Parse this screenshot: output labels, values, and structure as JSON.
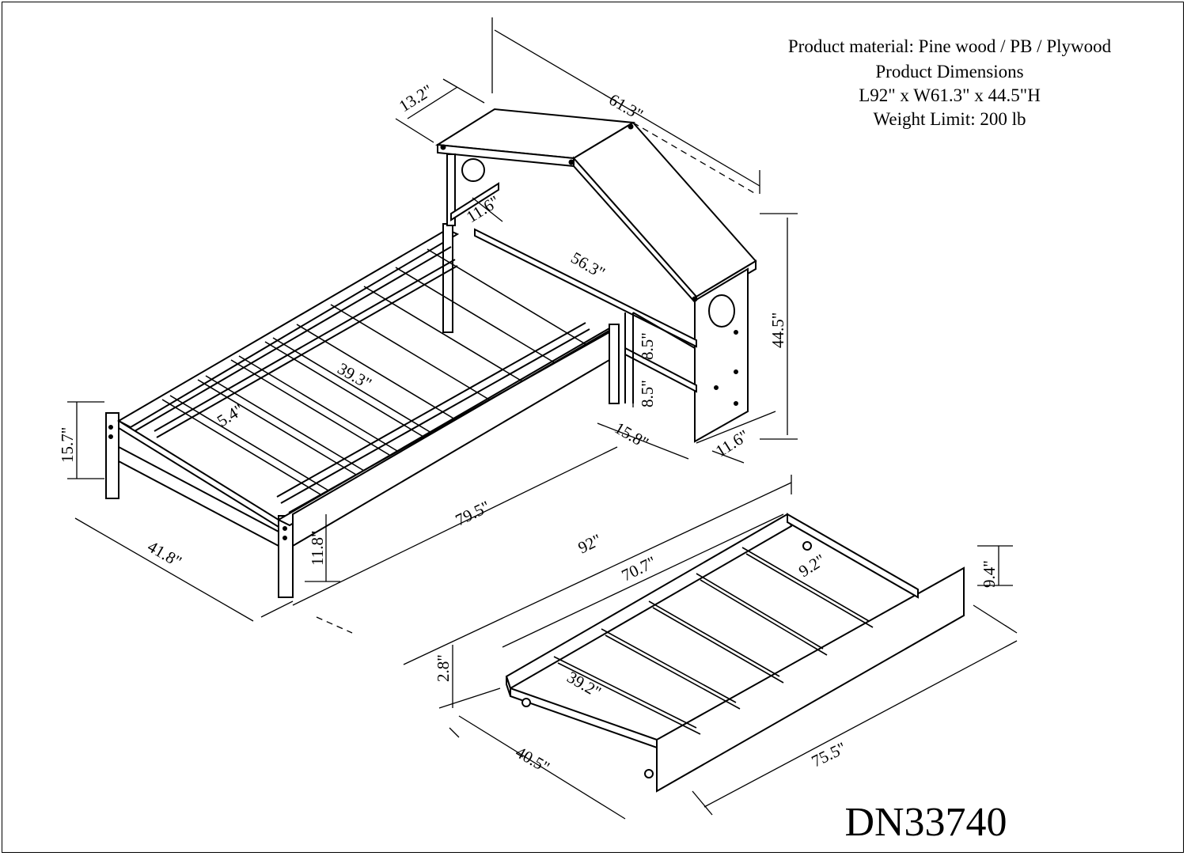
{
  "specs": {
    "material": "Product material: Pine wood / PB / Plywood",
    "dimensions_heading": "Product Dimensions",
    "dimensions": "L92\" x W61.3\" x 44.5\"H",
    "weight_limit": "Weight Limit: 200 lb"
  },
  "model_number": "DN33740",
  "dimensions": {
    "headboard_width": "61.3\"",
    "roof_depth": "13.2\"",
    "shelf_depth": "11.6\"",
    "shelf_length": "56.3\"",
    "overall_height": "44.5\"",
    "upper_shelf_gap": "8.5\"",
    "lower_shelf_gap": "8.5\"",
    "side_post_depth": "15.8\"",
    "headboard_base_depth": "11.6\"",
    "mattress_width": "39.3\"",
    "slat_spacing": "5.4\"",
    "footboard_height": "15.7\"",
    "bed_width": "41.8\"",
    "side_rail_height": "11.8\"",
    "mattress_length": "79.5\"",
    "overall_length": "92\"",
    "trundle_length": "70.7\"",
    "trundle_width_inner": "9.2\"",
    "trundle_front_height": "9.4\"",
    "trundle_height": "2.8\"",
    "trundle_mattress_width": "39.2\"",
    "trundle_width": "40.5\"",
    "trundle_overall_length": "75.5\""
  }
}
